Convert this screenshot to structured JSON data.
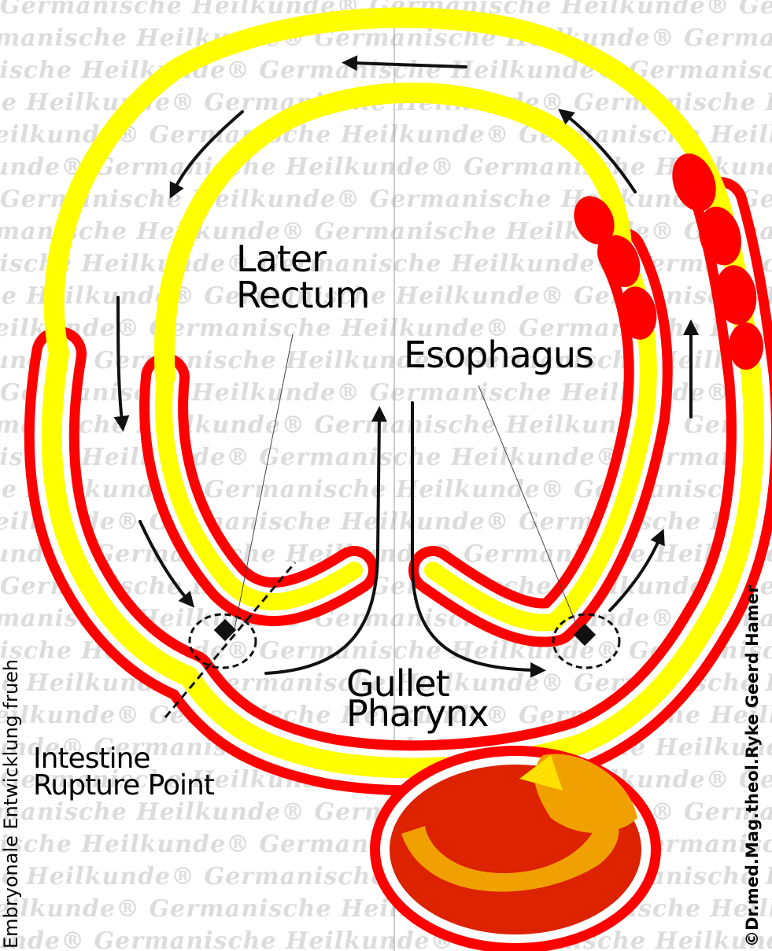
{
  "watermark": {
    "text": "Germanische Heilkunde®"
  },
  "labels": {
    "later_rectum_line1": "Later",
    "later_rectum_line2": "Rectum",
    "esophagus": "Esophagus",
    "gullet": "Gullet",
    "pharynx": "Pharynx",
    "intestine": "Intestine",
    "rupture_point": "Rupture Point"
  },
  "side_caption": "Embryonale Entwicklung frueh",
  "copyright": "©Dr.med.Mag.theol.Ryke Geerd Hamer",
  "colors": {
    "red": "#ff0000",
    "yellow": "#ffff00",
    "dark_red": "#dd2200",
    "orange": "#f0a000",
    "black": "#111111"
  }
}
